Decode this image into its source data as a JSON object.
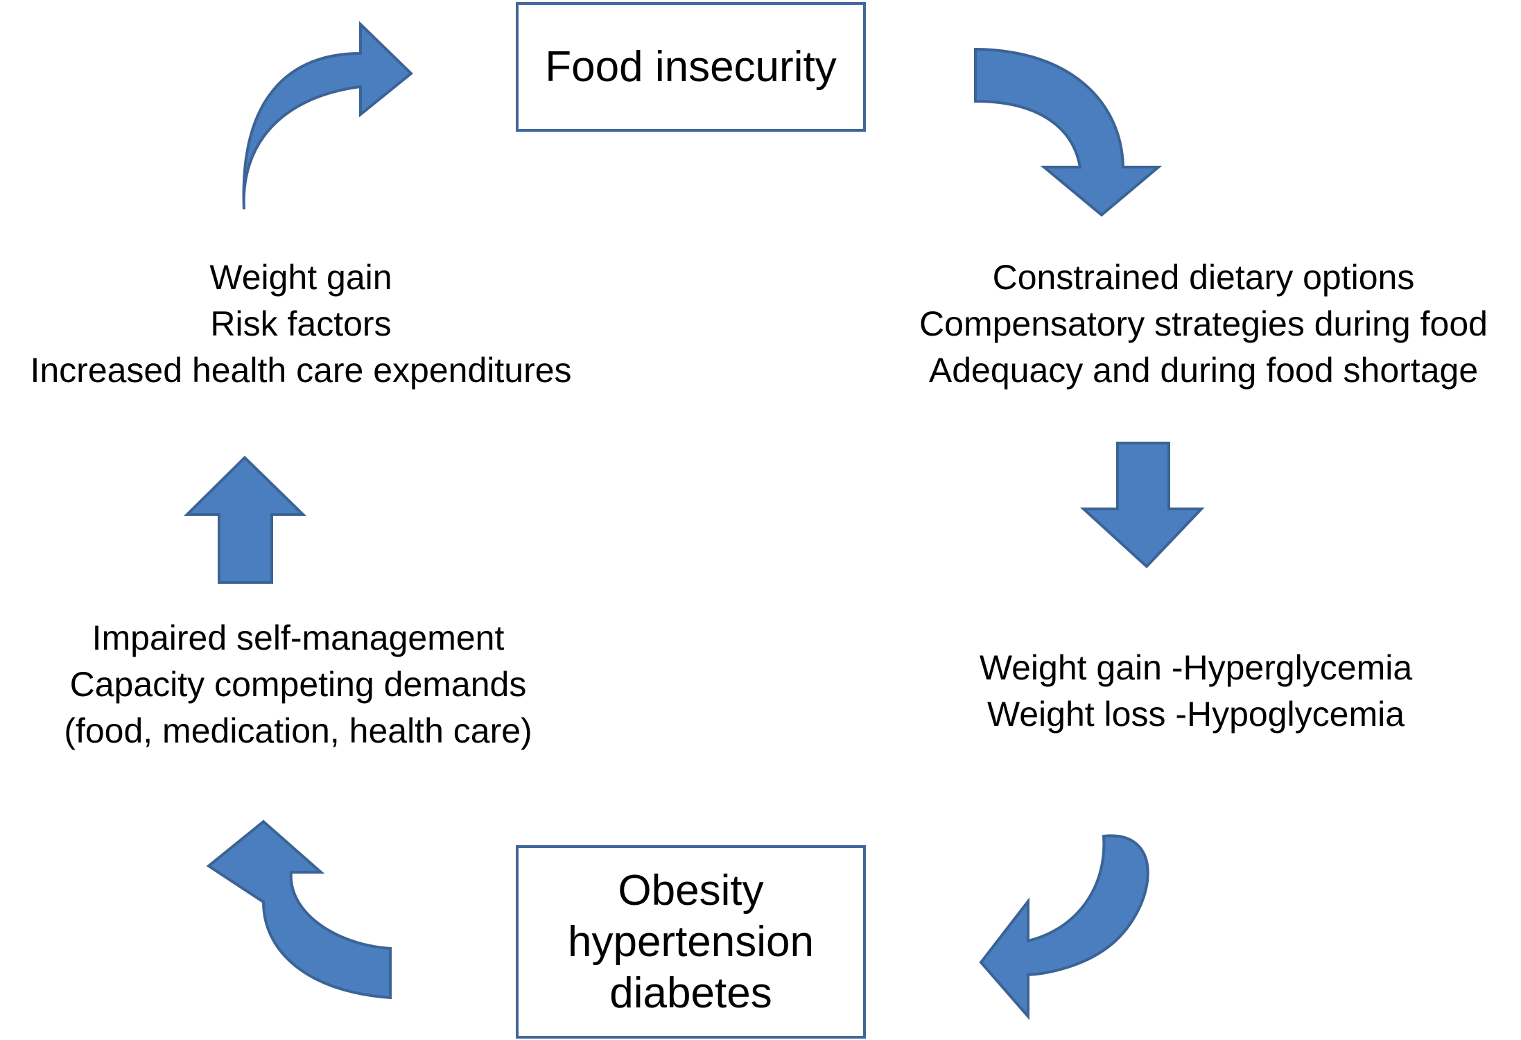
{
  "boxes": {
    "top": {
      "lines": [
        "Food insecurity"
      ]
    },
    "bottom": {
      "lines": [
        "Obesity",
        "hypertension",
        "diabetes"
      ]
    }
  },
  "text_blocks": {
    "top_left": {
      "lines": [
        "Weight gain",
        "Risk factors",
        "Increased health care expenditures"
      ]
    },
    "top_right": {
      "lines": [
        "Constrained dietary options",
        "Compensatory strategies during food",
        "Adequacy and during food shortage"
      ]
    },
    "bottom_right": {
      "lines": [
        "Weight gain -Hyperglycemia",
        "Weight loss -Hypoglycemia"
      ]
    },
    "bottom_left": {
      "lines": [
        "Impaired self-management",
        "Capacity competing demands",
        "(food, medication, health care)"
      ]
    }
  },
  "colors": {
    "arrow_fill": "#4a7ebe",
    "arrow_stroke": "#3b6396",
    "box_border": "#41679b"
  }
}
